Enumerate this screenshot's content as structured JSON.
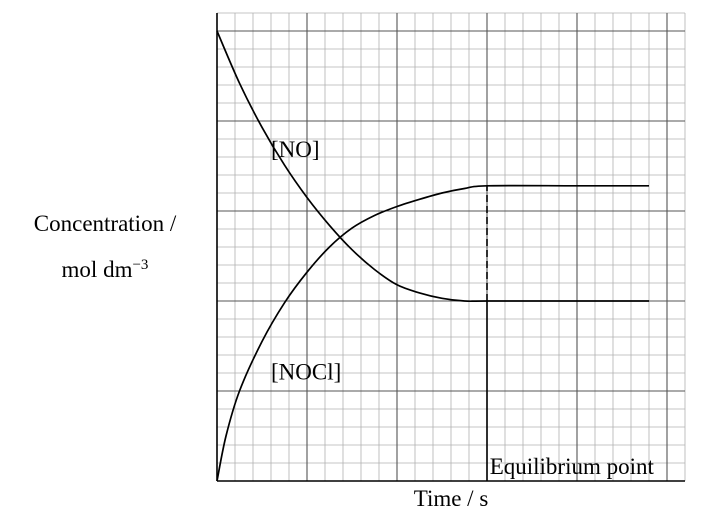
{
  "chart_data": {
    "type": "line",
    "title": "",
    "xlabel": "Time / s",
    "ylabel_line1": "Concentration /",
    "ylabel_line2_base": "mol dm",
    "ylabel_line2_sup": "−3",
    "xlim": [
      0,
      5.2
    ],
    "ylim": [
      0,
      5.2
    ],
    "grid": true,
    "major_step": 1,
    "minor_step": 0.2,
    "series": [
      {
        "name": "[NO]",
        "x": [
          0,
          0.25,
          0.5,
          0.75,
          1.0,
          1.25,
          1.5,
          1.75,
          2.0,
          2.25,
          2.5,
          2.75,
          3.0,
          4.0,
          4.8
        ],
        "y": [
          5.0,
          4.42,
          3.93,
          3.51,
          3.15,
          2.84,
          2.57,
          2.35,
          2.18,
          2.09,
          2.03,
          2.0,
          2.0,
          2.0,
          2.0
        ]
      },
      {
        "name": "[NOCl]",
        "x": [
          0,
          0.1,
          0.25,
          0.5,
          0.75,
          1.0,
          1.25,
          1.5,
          1.75,
          2.0,
          2.25,
          2.5,
          2.75,
          3.0,
          4.0,
          4.8
        ],
        "y": [
          0,
          0.5,
          1.0,
          1.55,
          1.98,
          2.32,
          2.6,
          2.81,
          2.95,
          3.05,
          3.13,
          3.2,
          3.25,
          3.28,
          3.28,
          3.28
        ]
      }
    ],
    "annotations": [
      {
        "text": "[NO]",
        "x": 0.6,
        "y": 3.6
      },
      {
        "text": "[NOCl]",
        "x": 0.6,
        "y": 1.13
      },
      {
        "text": "Equilibrium point",
        "x": 3.03,
        "y": 0.08
      }
    ],
    "equilibrium_x": 3.0
  }
}
